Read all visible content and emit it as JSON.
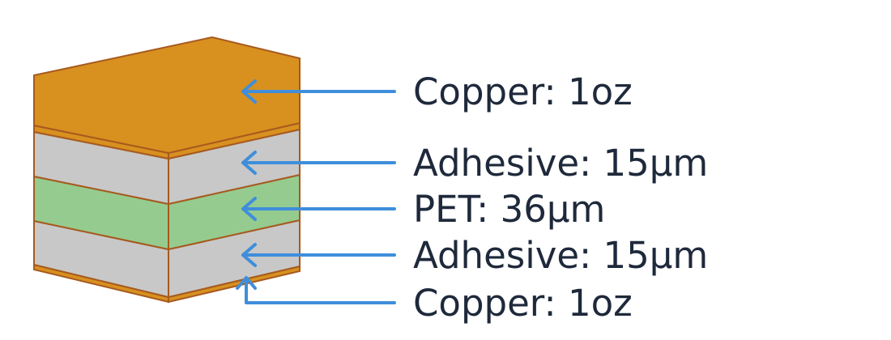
{
  "colors": {
    "copper": "#D8901F",
    "copper_edge": "#A65A1F",
    "adhesive": "#C8C8C8",
    "pet": "#96CB8F",
    "arrow": "#3F8EDB",
    "text": "#1E293B"
  },
  "layers": [
    {
      "name": "Copper",
      "value": "1oz",
      "label": "Copper: 1oz"
    },
    {
      "name": "Adhesive",
      "value": "15µm",
      "label": "Adhesive: 15µm"
    },
    {
      "name": "PET",
      "value": "36µm",
      "label": "PET: 36µm"
    },
    {
      "name": "Adhesive",
      "value": "15µm",
      "label": "Adhesive: 15µm"
    },
    {
      "name": "Copper",
      "value": "1oz",
      "label": "Copper: 1oz"
    }
  ]
}
